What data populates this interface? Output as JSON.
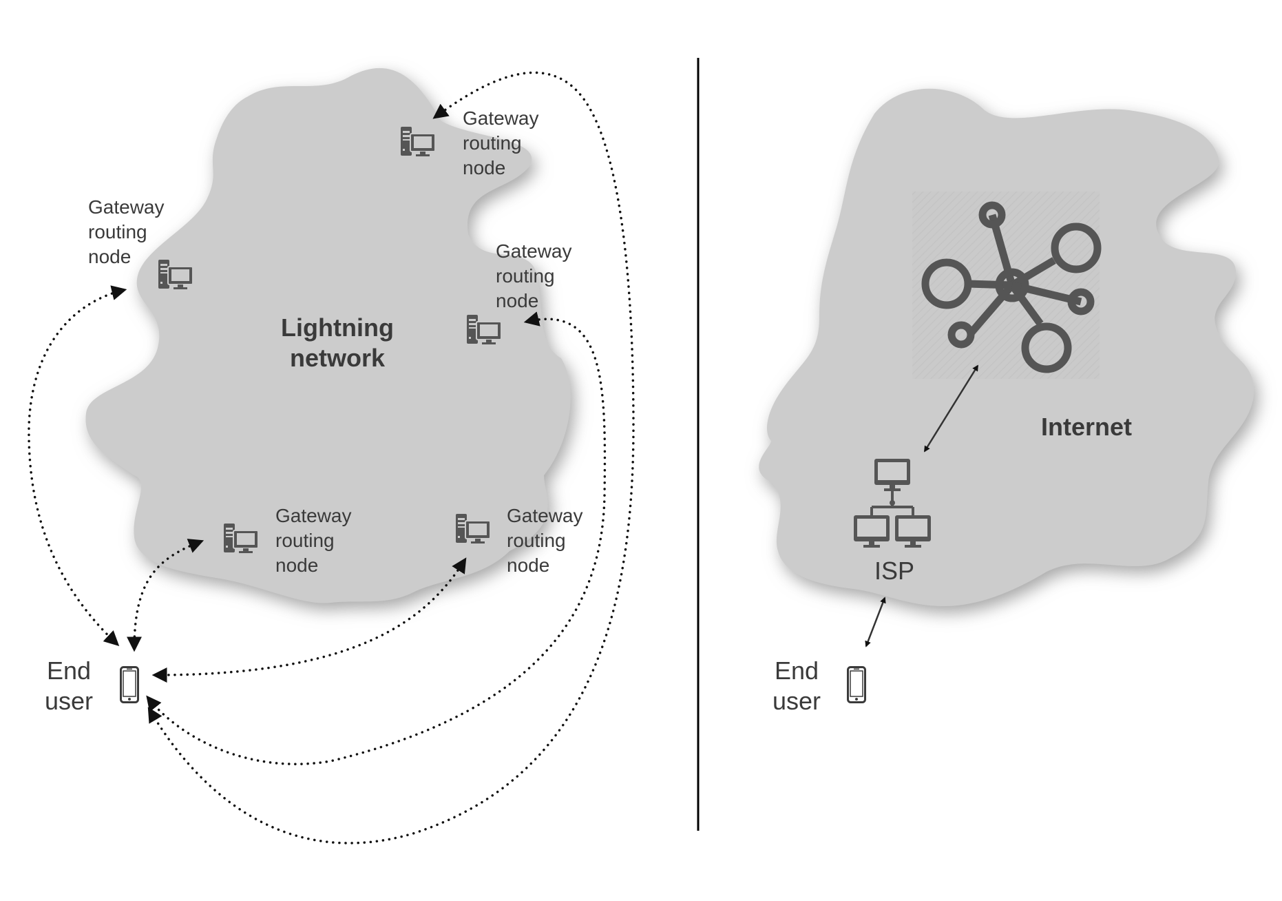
{
  "left_panel": {
    "network_title": [
      "Lightning",
      "network"
    ],
    "gateways": [
      {
        "lines": [
          "Gateway",
          "routing",
          "node"
        ],
        "icon": "server-computer-icon"
      },
      {
        "lines": [
          "Gateway",
          "routing",
          "node"
        ],
        "icon": "server-computer-icon"
      },
      {
        "lines": [
          "Gateway",
          "routing",
          "node"
        ],
        "icon": "server-computer-icon"
      },
      {
        "lines": [
          "Gateway",
          "routing",
          "node"
        ],
        "icon": "server-computer-icon"
      },
      {
        "lines": [
          "Gateway",
          "routing",
          "node"
        ],
        "icon": "server-computer-icon"
      }
    ],
    "end_user": [
      "End",
      "user"
    ],
    "end_user_icon": "smartphone-icon"
  },
  "right_panel": {
    "network_title": "Internet",
    "hub_icon": "network-hub-icon",
    "isp_label": "ISP",
    "isp_icon": "isp-network-icon",
    "end_user": [
      "End",
      "user"
    ],
    "end_user_icon": "smartphone-icon"
  },
  "colors": {
    "cloud": "#cccccc",
    "cloud_shadow": "#9a9a9a",
    "icon": "#555555",
    "arrow": "#111111",
    "divider": "#000000"
  }
}
